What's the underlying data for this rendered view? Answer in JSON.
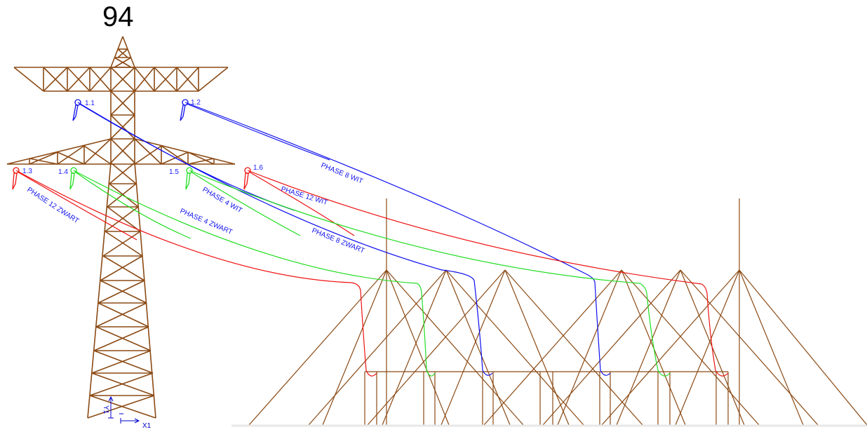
{
  "tower_number": "94",
  "colors": {
    "steel": "#8b4a14",
    "blue": "#1010ee",
    "red": "#ee1111",
    "green": "#22dd22",
    "text": "#1a1aff"
  },
  "attachment_points": [
    "1.1",
    "1.2",
    "1.3",
    "1.4",
    "1.5",
    "1.6"
  ],
  "phase_labels": {
    "phase_8_wit": "PHASE 8 WIT",
    "phase_12_wit": "PHASE 12 WIT",
    "phase_4_wit": "PHASE 4 WIT",
    "phase_4_zwart": "PHASE 4 ZWART",
    "phase_8_zwart": "PHASE 8 ZWART",
    "phase_12_zwart": "PHASE 12 ZWART"
  },
  "axes": {
    "x_label": "X1",
    "y_label": "Y1"
  }
}
